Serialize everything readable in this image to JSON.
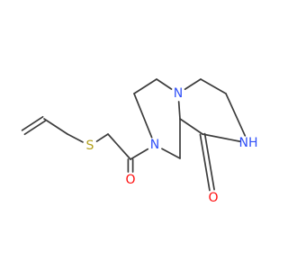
{
  "molecule": {
    "atoms": [
      {
        "id": "n_bridge",
        "symbol": "N"
      },
      {
        "id": "n_amide_ring",
        "symbol": "N"
      },
      {
        "id": "nh",
        "symbol": "N",
        "label": "NH"
      },
      {
        "id": "o_lactam",
        "symbol": "O"
      },
      {
        "id": "o_acyl",
        "symbol": "O"
      },
      {
        "id": "s_thioether",
        "symbol": "S"
      }
    ]
  }
}
